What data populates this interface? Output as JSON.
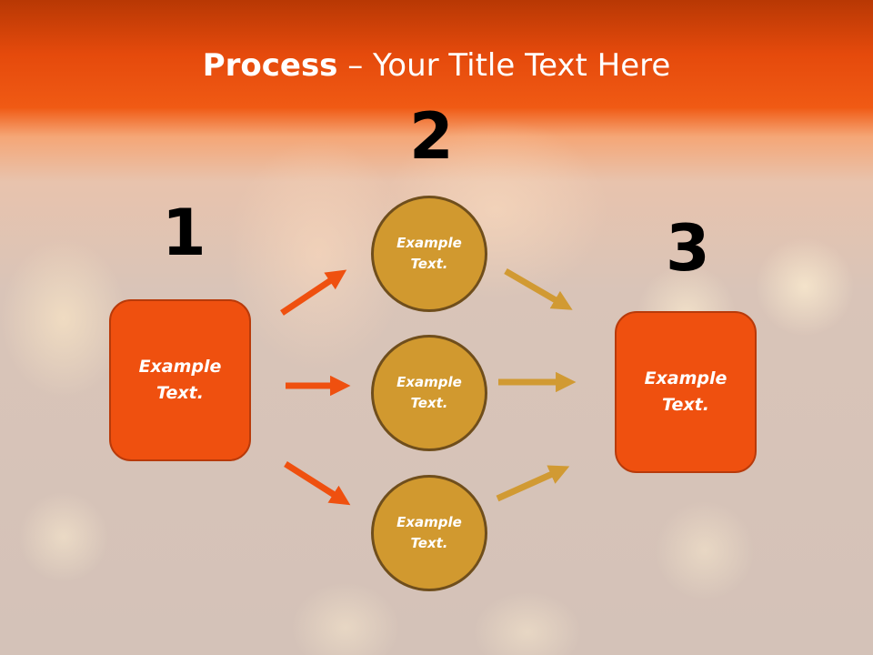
{
  "title": {
    "bold": "Process",
    "rest": " – Your Title Text Here"
  },
  "numbers": {
    "one": "1",
    "two": "2",
    "three": "3"
  },
  "left_box": {
    "label": "Example Text."
  },
  "circles": [
    {
      "label": "Example Text."
    },
    {
      "label": "Example Text."
    },
    {
      "label": "Example Text."
    }
  ],
  "right_box": {
    "label": "Example Text."
  },
  "colors": {
    "box": "#ef500f",
    "circle": "#d1992f",
    "arrow_left": "#ef500f",
    "arrow_right": "#d19a33",
    "header": "#e54a0c"
  }
}
